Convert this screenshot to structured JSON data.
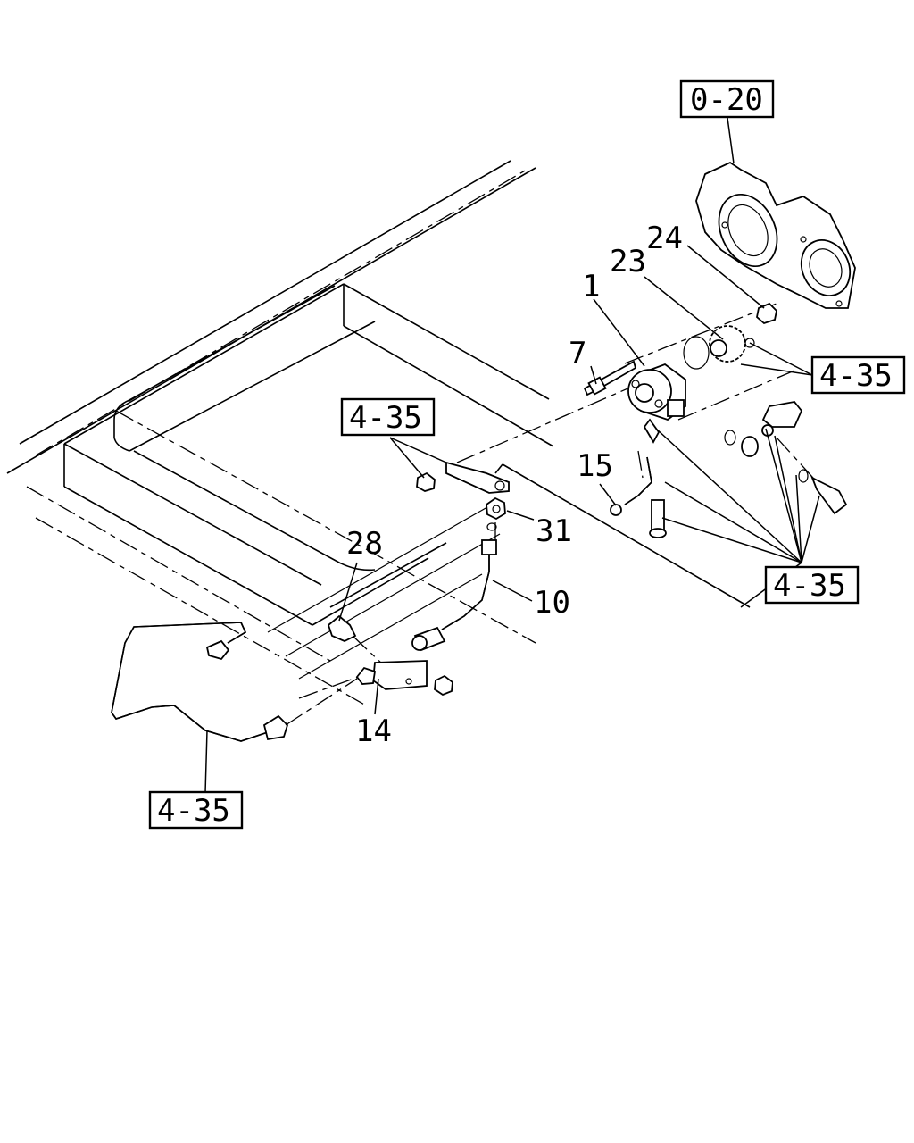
{
  "diagram": {
    "part_numbers": {
      "p1": "1",
      "p7": "7",
      "p10": "10",
      "p14": "14",
      "p15": "15",
      "p23": "23",
      "p24": "24",
      "p28": "28",
      "p31": "31"
    },
    "references": {
      "ref_top": "0-20",
      "ref_right_upper": "4-35",
      "ref_center_left": "4-35",
      "ref_right_lower": "4-35",
      "ref_bottom_left": "4-35"
    }
  }
}
